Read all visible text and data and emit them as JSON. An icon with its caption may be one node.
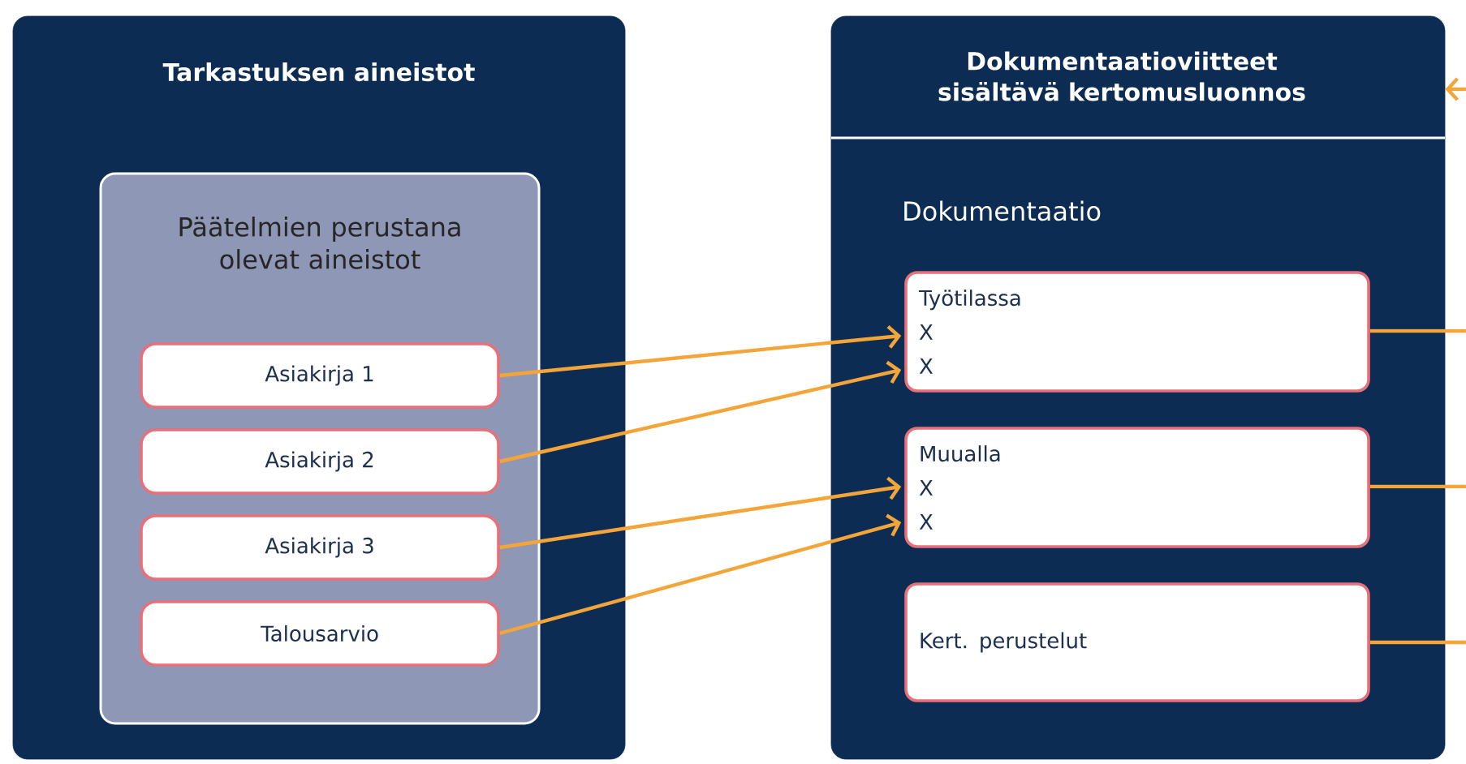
{
  "diagram": {
    "nodes": [
      {
        "text": [
          "Tarkastuksen aineistot"
        ]
      },
      {
        "text": [
          "Päätelmien perustana olevat aineistot"
        ],
        "in": 0
      },
      {
        "text": [
          "Asiakirja 1"
        ],
        "in": 1
      },
      {
        "text": [
          "Asiakirja 2"
        ],
        "in": 1
      },
      {
        "text": [
          "Asiakirja 3"
        ],
        "in": 1
      },
      {
        "text": [
          "Talousarvio"
        ],
        "in": 1
      },
      {
        "text": [
          "Dokumentaatioviitteet sisältävä kertomusluonnos",
          "Dokumentaatio"
        ]
      },
      {
        "text": [
          "Työtilassa",
          "X",
          "X"
        ],
        "in": 6
      },
      {
        "text": [
          "Muualla",
          "X",
          "X"
        ],
        "in": 6
      },
      {
        "text": [
          "Kert. perustelut"
        ],
        "in": 6
      }
    ],
    "edges": [
      {
        "from": 2,
        "to": 7,
        "arrow": "to"
      },
      {
        "from": 3,
        "to": 7,
        "arrow": "to"
      },
      {
        "from": 4,
        "to": 8,
        "arrow": "to"
      },
      {
        "from": 5,
        "to": 8,
        "arrow": "to"
      },
      {
        "from": null,
        "to": 6,
        "arrow": "to"
      },
      {
        "from": 7,
        "to": null,
        "arrow": "none"
      },
      {
        "from": 8,
        "to": null,
        "arrow": "none"
      },
      {
        "from": 9,
        "to": null,
        "arrow": "none"
      }
    ]
  }
}
